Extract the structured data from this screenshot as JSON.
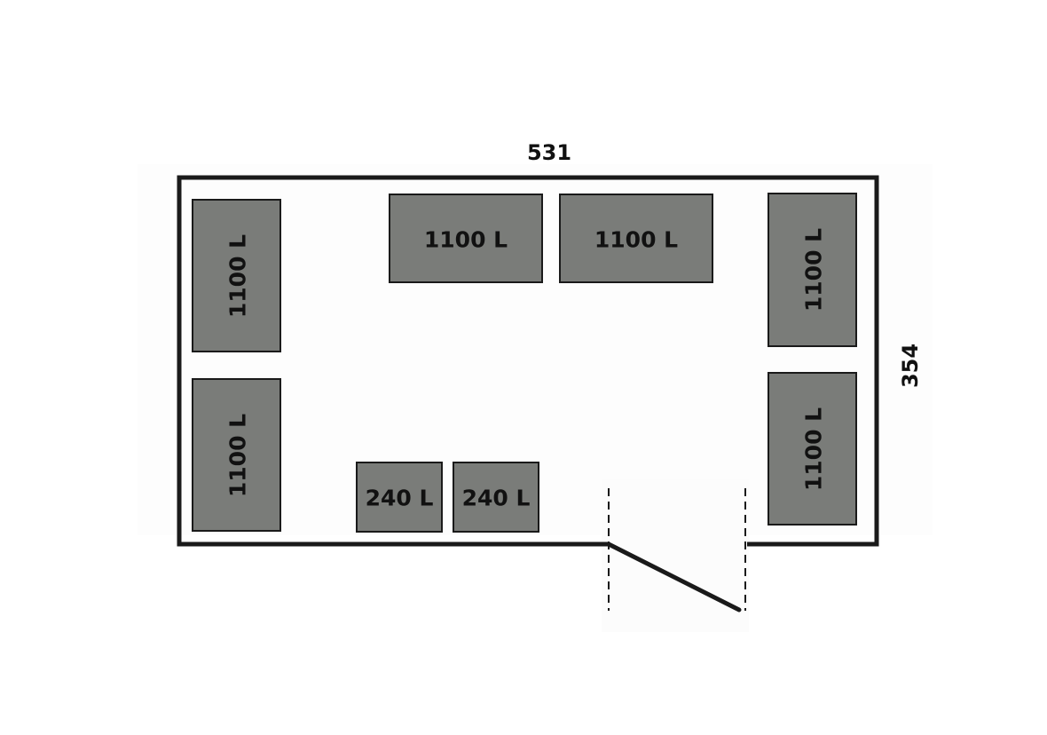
{
  "dimensions": {
    "width": "531",
    "depth": "354"
  },
  "bins": [
    {
      "label": "1100 L"
    },
    {
      "label": "1100 L"
    },
    {
      "label": "1100 L"
    },
    {
      "label": "1100 L"
    },
    {
      "label": "1100 L"
    },
    {
      "label": "1100 L"
    },
    {
      "label": "240 L"
    },
    {
      "label": "240 L"
    }
  ],
  "colors": {
    "bin_fill": "#7a7c79",
    "outline": "#1a1a1a",
    "text": "#111111",
    "background": "#ffffff"
  }
}
